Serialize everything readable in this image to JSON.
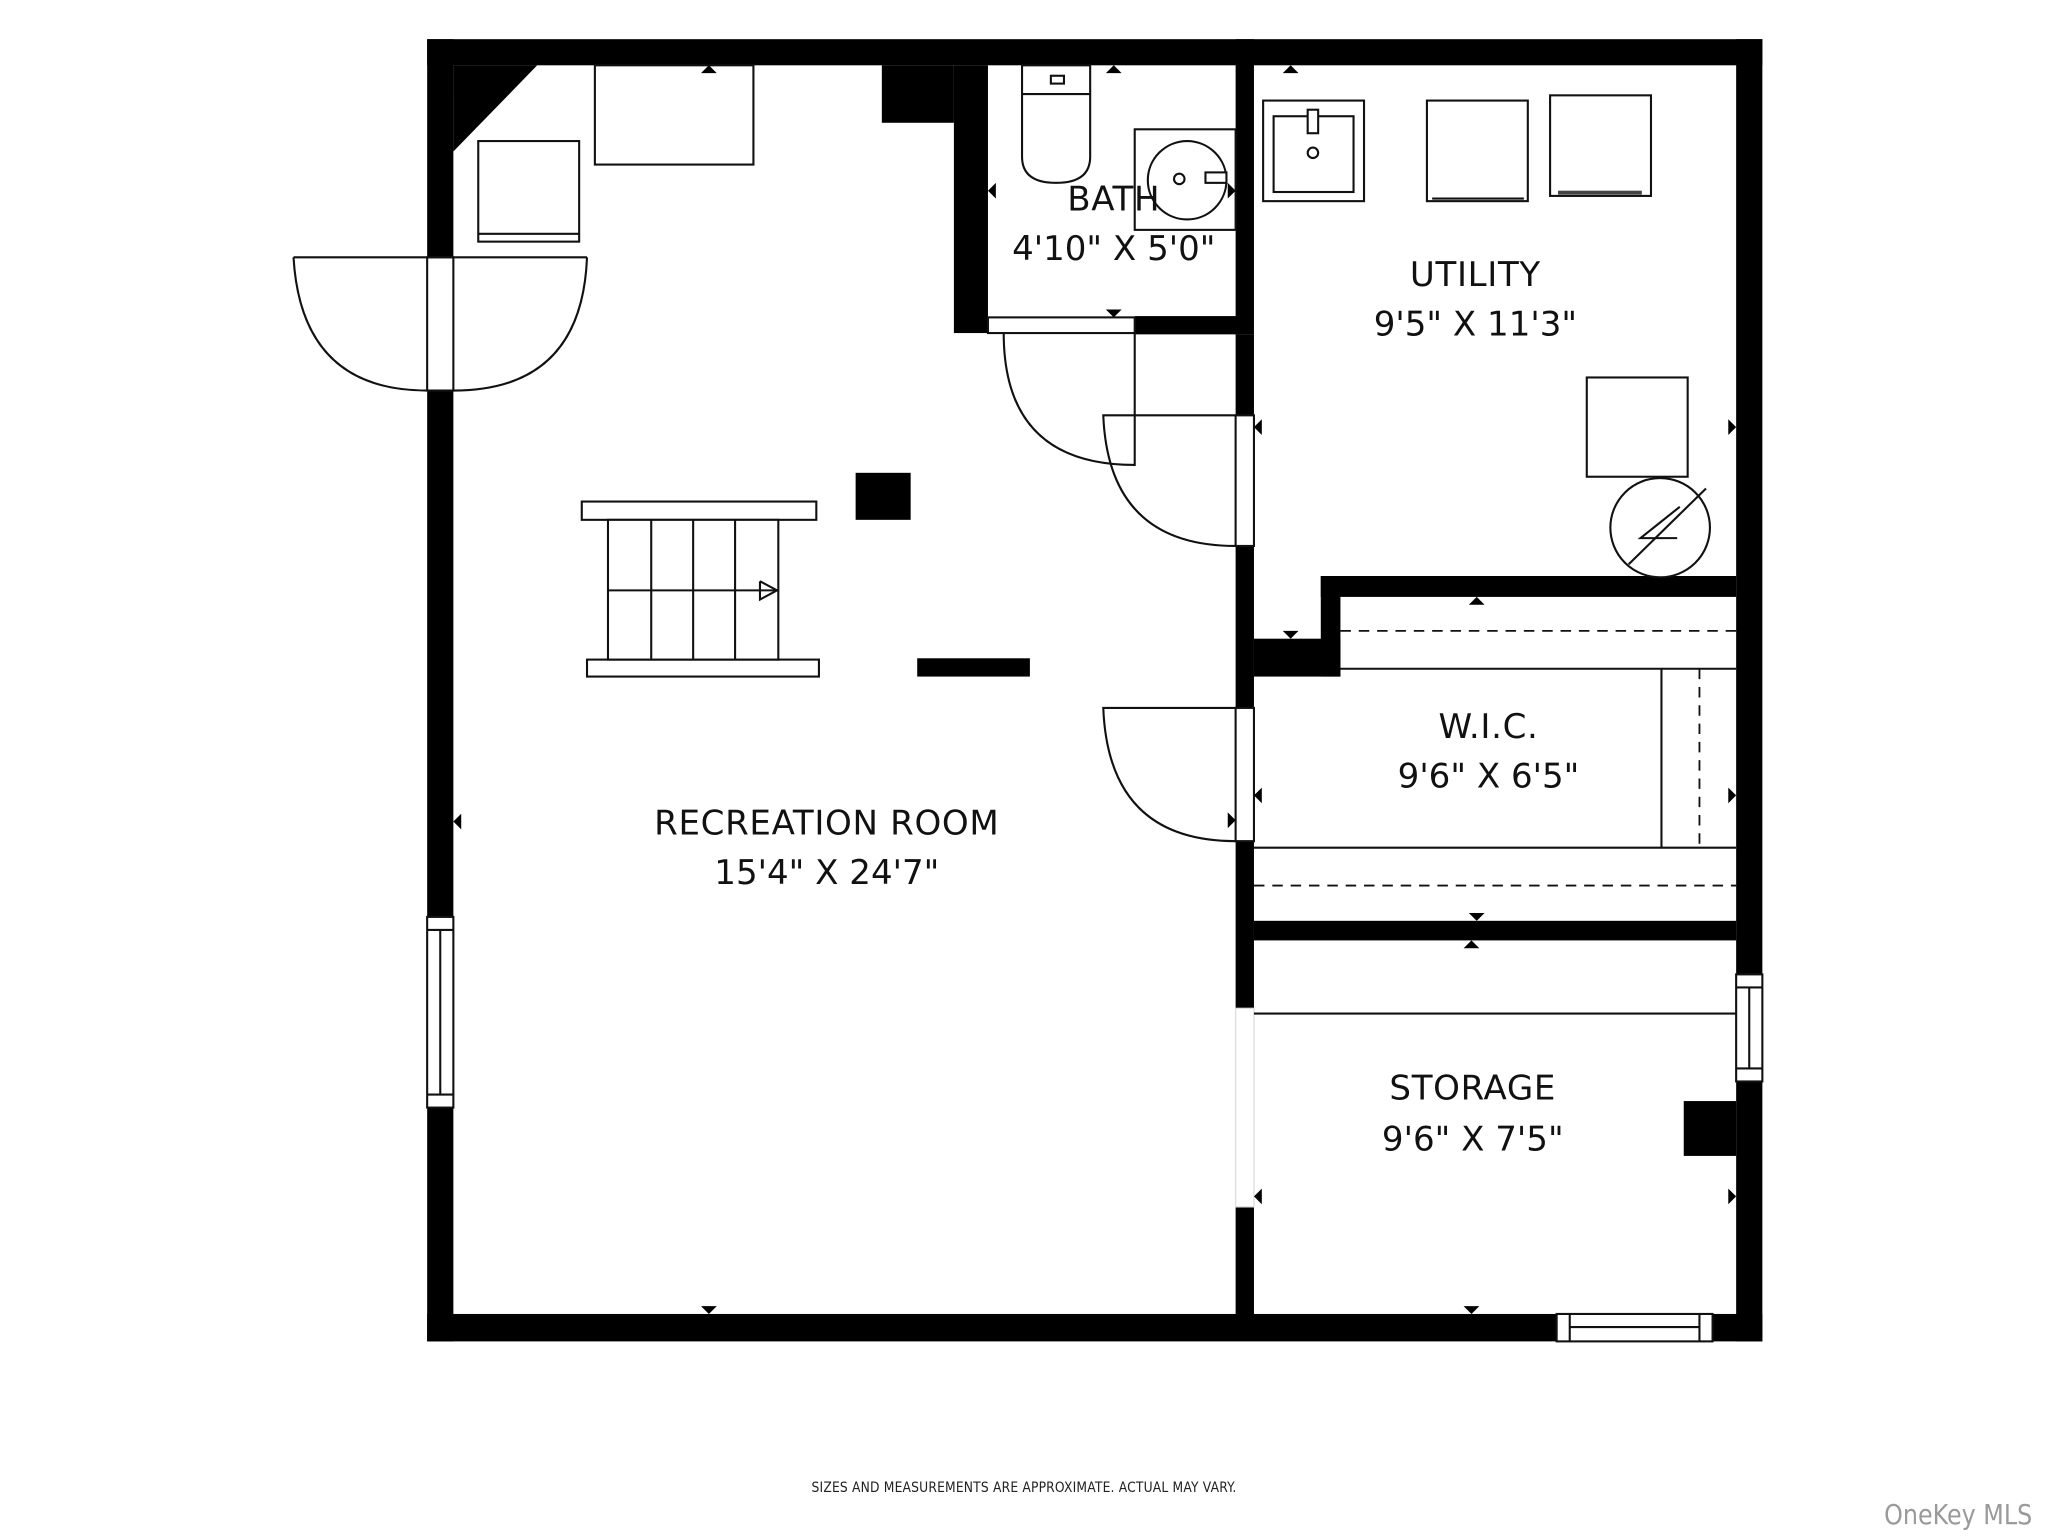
{
  "floorplan": {
    "rooms": [
      {
        "id": "recreation",
        "name": "RECREATION ROOM",
        "dimensions": "15'4\" X 24'7\""
      },
      {
        "id": "bath",
        "name": "BATH",
        "dimensions": "4'10\" X 5'0\""
      },
      {
        "id": "utility",
        "name": "UTILITY",
        "dimensions": "9'5\" X 11'3\""
      },
      {
        "id": "wic",
        "name": "W.I.C.",
        "dimensions": "9'6\" X 6'5\""
      },
      {
        "id": "storage",
        "name": "STORAGE",
        "dimensions": "9'6\" X 7'5\""
      }
    ],
    "icons": [
      "toilet-icon",
      "sink-icon",
      "washer-icon",
      "dryer-icon",
      "water-heater-icon",
      "electric-panel-icon",
      "stairs-icon",
      "window-icon",
      "door-icon"
    ]
  },
  "footer": {
    "disclaimer": "SIZES AND MEASUREMENTS ARE APPROXIMATE. ACTUAL MAY VARY.",
    "watermark": "OneKey MLS"
  },
  "colors": {
    "wall": "#000000",
    "background": "#ffffff",
    "watermark": "#9a9a9a"
  }
}
